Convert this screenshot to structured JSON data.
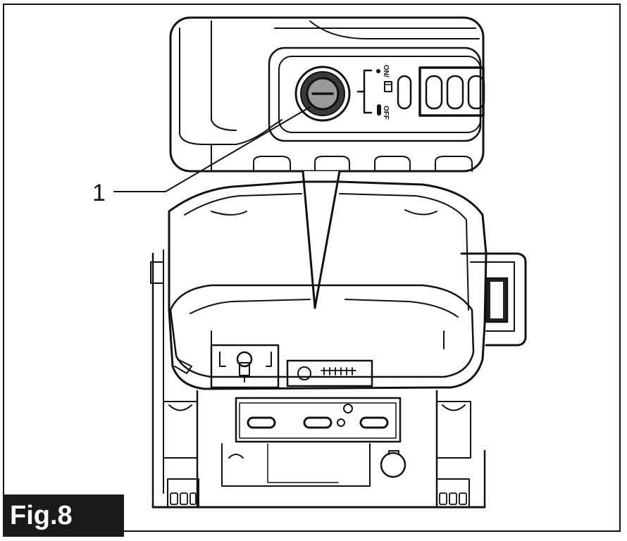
{
  "figure": {
    "label": "Fig.8",
    "callouts": [
      {
        "number": "1",
        "target": "power-switch"
      }
    ],
    "switch_labels": {
      "on": "ON/",
      "off": "OFF"
    }
  },
  "colors": {
    "line": "#111111",
    "background": "#ffffff",
    "label_bg": "#1a1a1a",
    "label_text": "#ffffff"
  }
}
